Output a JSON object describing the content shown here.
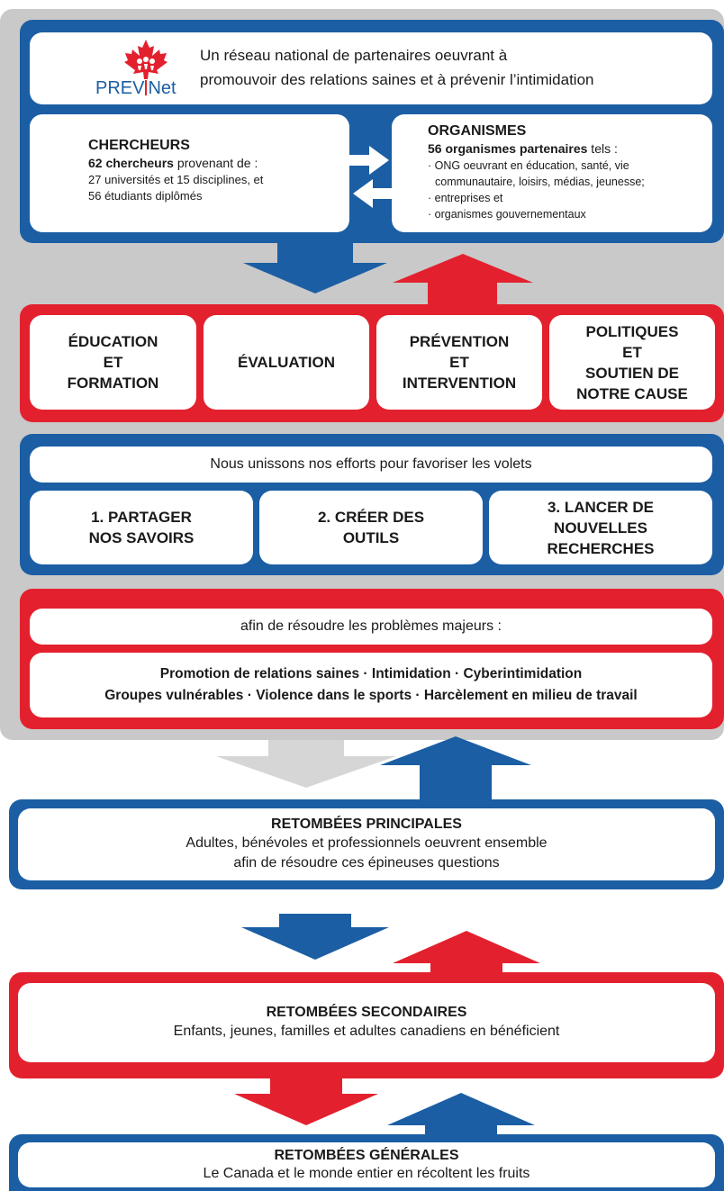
{
  "colors": {
    "blue": "#1b5ea4",
    "red": "#e3212e",
    "gray": "#c9c9c9",
    "white": "#ffffff"
  },
  "header": {
    "logo": {
      "prefix": "PREV",
      "suffix": "Net",
      "icon": "maple-leaf-icon"
    },
    "line1": "Un réseau national de partenaires oeuvrant à",
    "line2": "promouvoir des relations saines et à prévenir l’intimidation"
  },
  "researchers": {
    "title": "CHERCHEURS",
    "count_bold": "62 chercheurs",
    "count_rest": " provenant de :",
    "line1": "27 universités et 15 disciplines, et",
    "line2": "56 étudiants diplômés"
  },
  "organizations": {
    "title": "ORGANISMES",
    "count_bold": "56 organismes partenaires",
    "count_rest": " tels :",
    "items": [
      "· ONG oeuvrant en éducation, santé, vie",
      "communautaire, loisirs, médias, jeunesse;",
      "· entreprises et",
      "· organismes gouvernementaux"
    ]
  },
  "pillars": [
    "ÉDUCATION\nET\nFORMATION",
    "ÉVALUATION",
    "PRÉVENTION\nET\nINTERVENTION",
    "POLITIQUES\nET\nSOUTIEN DE\nNOTRE CAUSE"
  ],
  "efforts": {
    "intro": "Nous unissons nos efforts pour favoriser les volets",
    "items": [
      "1. PARTAGER\nNOS SAVOIRS",
      "2. CRÉER DES\nOUTILS",
      "3. LANCER DE\nNOUVELLES\nRECHERCHES"
    ]
  },
  "problems": {
    "intro": "afin de résoudre les problèmes majeurs :",
    "line1": "Promotion de relations saines · Intimidation · Cyberintimidation",
    "line2": "Groupes vulnérables · Violence dans le sports · Harcèlement en milieu de travail"
  },
  "outcomes": [
    {
      "title": "RETOMBÉES PRINCIPALES",
      "line1": "Adultes, bénévoles et professionnels oeuvrent ensemble",
      "line2": "afin de résoudre ces épineuses questions"
    },
    {
      "title": "RETOMBÉES SECONDAIRES",
      "line1": "Enfants, jeunes, familles et adultes canadiens en bénéficient",
      "line2": ""
    },
    {
      "title": "RETOMBÉES GÉNÉRALES",
      "line1": "Le Canada et le monde entier en récoltent les fruits",
      "line2": ""
    }
  ]
}
